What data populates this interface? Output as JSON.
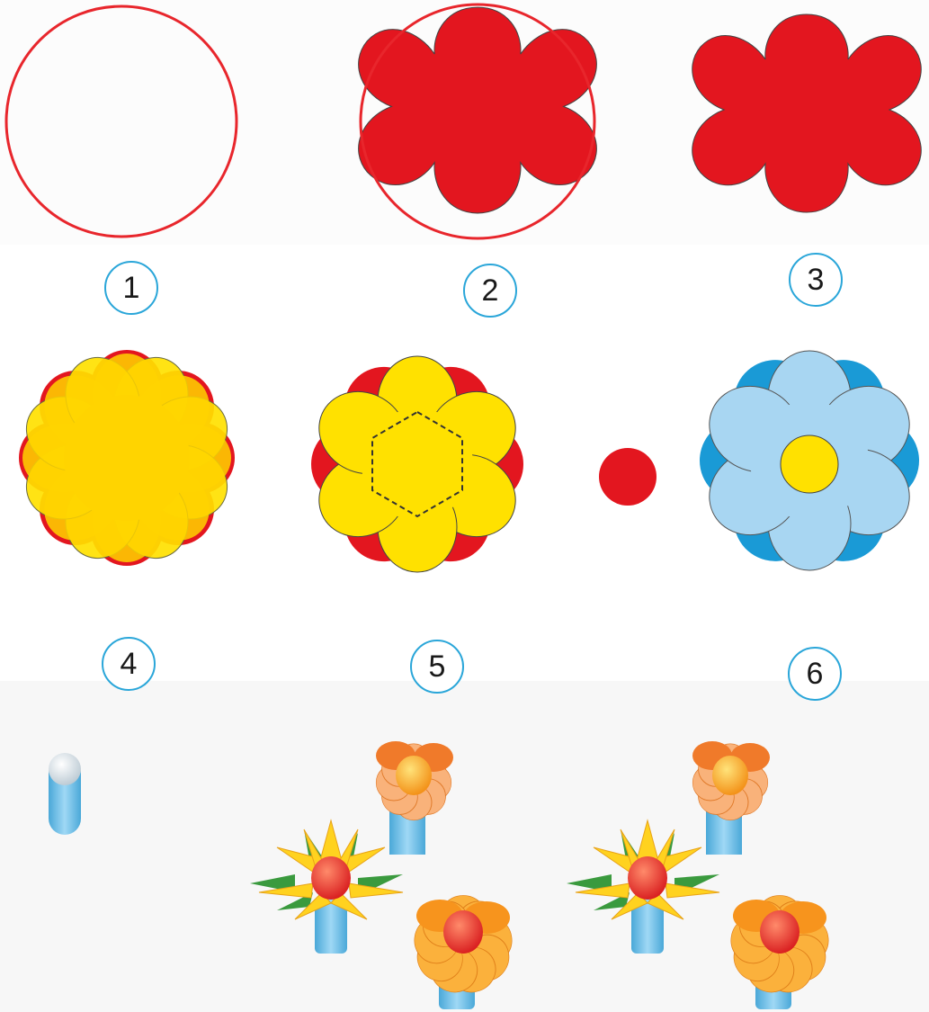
{
  "steps": [
    {
      "number": "1"
    },
    {
      "number": "2"
    },
    {
      "number": "3"
    },
    {
      "number": "4"
    },
    {
      "number": "5"
    },
    {
      "number": "6"
    }
  ],
  "colors": {
    "outline_red": "#e8262c",
    "petal_red": "#e3161f",
    "petal_yellow": "#ffe100",
    "petal_yellow_overlay": "#ffd400",
    "petal_blue_dark": "#1a9ad6",
    "petal_blue_light": "#a8d6f2",
    "center_yellow": "#ffe100",
    "label_ring": "#2aa6d9",
    "tube_blue": "#6cc0ea",
    "flower_orange": "#f7941d",
    "flower_light_orange": "#f9b27a",
    "leaf_green": "#3a9a3e"
  },
  "icons": {
    "step1": "circle-outline-icon",
    "step2": "flower-in-circle-icon",
    "step3": "red-flower-icon",
    "step4": "layered-flower-icon",
    "step5": "flower-with-hexagon-icon",
    "step6": "blue-flower-icon",
    "dot": "red-dot-icon",
    "cap": "tube-cap-icon",
    "bouquet": "paper-flower-bouquet-icon"
  }
}
